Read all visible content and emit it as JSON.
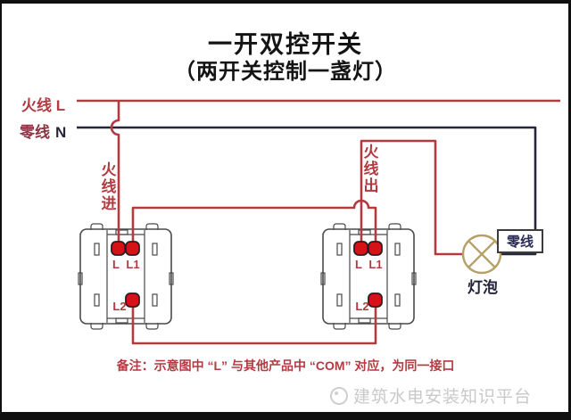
{
  "title": "一开双控开关",
  "subtitle": "（两开关控制一盏灯）",
  "wires": {
    "live_label": "火线 L",
    "neutral_label": "零线",
    "neutral_symbol": "N",
    "live_in": "火\n线\n进",
    "live_out": "火\n线\n出"
  },
  "switch_left": {
    "terminal_l": "L",
    "terminal_l1": "L1",
    "terminal_l2": "L2"
  },
  "switch_right": {
    "terminal_l": "L",
    "terminal_l1": "L1",
    "terminal_l2": "L2"
  },
  "lamp": {
    "label": "灯泡",
    "neutral_tag": "零线"
  },
  "note": "备注：示意图中 “L” 与其他产品中 “COM” 对应，为同一接口",
  "watermark": "建筑水电安装知识平台",
  "colors": {
    "wire_red": "#b23a40",
    "neutral_navy": "#26263a",
    "terminal_red": "#d41217",
    "lamp_tan": "#b5a066",
    "box_gray": "#4a4a4a",
    "note_red": "#b33b42",
    "watermark_gray": "#c9c9c9",
    "title_black": "#141414",
    "label_maroon": "#8a3444",
    "tag_navy": "#2b2b55"
  }
}
